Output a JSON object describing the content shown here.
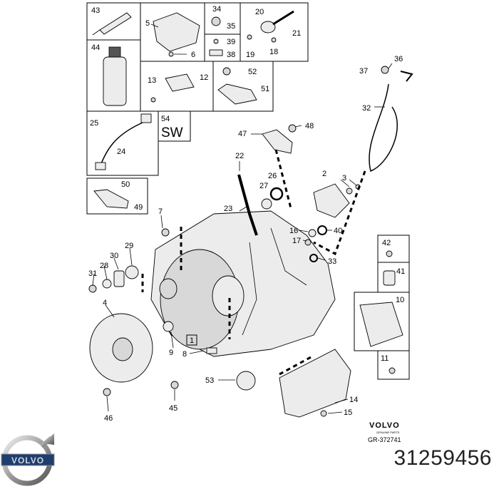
{
  "boxes": {
    "b43": {
      "num": "43"
    },
    "b44": {
      "num": "44"
    },
    "b5_6": {
      "n1": "5",
      "n2": "6"
    },
    "b34_35": {
      "n1": "34",
      "n2": "35"
    },
    "b39_38": {
      "n1": "39",
      "n2": "38"
    },
    "b20_21": {
      "n1": "20",
      "n2": "21",
      "n3": "19",
      "n4": "18"
    },
    "b12_13": {
      "n1": "13",
      "n2": "12"
    },
    "b52_51": {
      "n1": "52",
      "n2": "51"
    },
    "b25_24": {
      "n1": "25",
      "n2": "24"
    },
    "b54": {
      "num": "54",
      "text": "SW"
    },
    "b50_49": {
      "n1": "50",
      "n2": "49"
    },
    "b42": {
      "num": "42"
    },
    "b41": {
      "num": "41"
    },
    "b10": {
      "num": "10"
    },
    "b11": {
      "num": "11"
    }
  },
  "callouts": {
    "c36": "36",
    "c37": "37",
    "c32": "32",
    "c47": "47",
    "c48": "48",
    "c22": "22",
    "c2": "2",
    "c3": "3",
    "c26": "26",
    "c27": "27",
    "c23": "23",
    "c7": "7",
    "c16": "16",
    "c17": "17",
    "c40": "40",
    "c33": "33",
    "c29": "29",
    "c30": "30",
    "c28": "28",
    "c31": "31",
    "c4": "4",
    "c1": "1",
    "c9": "9",
    "c8": "8",
    "c53": "53",
    "c45": "45",
    "c46": "46",
    "c14": "14",
    "c15": "15"
  },
  "brand": {
    "wordmark": "VOLVO",
    "subtitle": "GENUINE PARTS",
    "reference": "GR-372741",
    "logo_text": "VOLVO"
  },
  "part_number": "31259456"
}
